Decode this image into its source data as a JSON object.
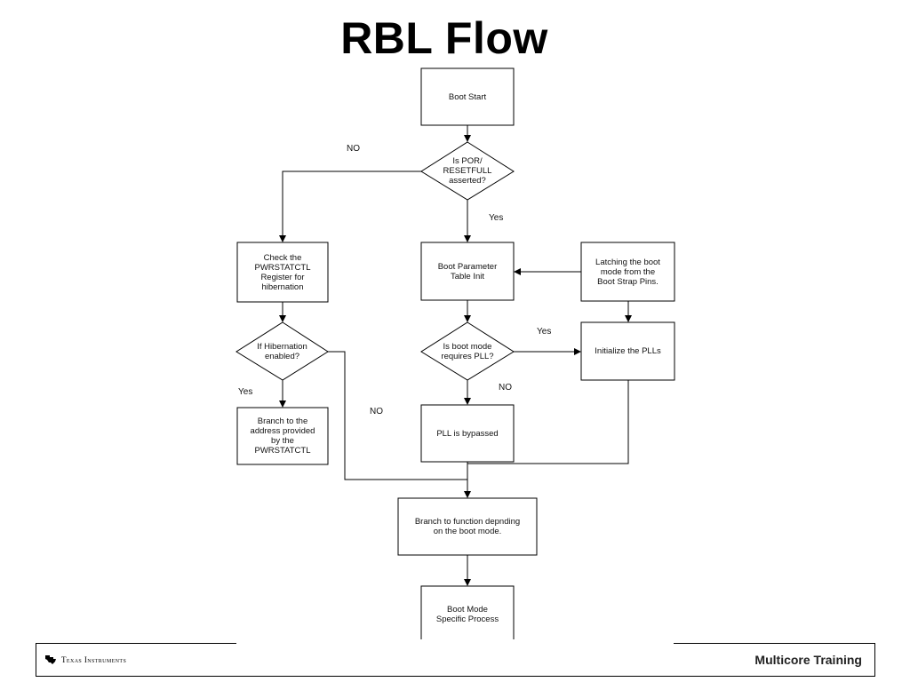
{
  "title": "RBL Flow",
  "nodes": {
    "boot_start": "Boot Start",
    "is_por": "Is POR/\nRESETFULL\nasserted?",
    "check_pwr": "Check the\nPWRSTATCTL\nRegister for\nhibernation",
    "boot_param": "Boot Parameter\nTable Init",
    "latching": "Latching the boot\nmode from the\nBoot Strap Pins.",
    "hib_enabled": "If Hibernation\nenabled?",
    "boot_pll": "Is boot mode\nrequires PLL?",
    "init_plls": "Initialize the PLLs",
    "branch_addr": "Branch to the\naddress provided\nby the\nPWRSTATCTL",
    "pll_bypass": "PLL is bypassed",
    "branch_func": "Branch to function depnding\non the boot mode.",
    "boot_mode_specific": "Boot Mode\nSpecific Process"
  },
  "labels": {
    "no_por": "NO",
    "yes_por": "Yes",
    "yes_hib": "Yes",
    "no_hib": "NO",
    "yes_pll": "Yes",
    "no_pll": "NO"
  },
  "footer": {
    "company": "Texas Instruments",
    "right_text": "Multicore Training"
  }
}
